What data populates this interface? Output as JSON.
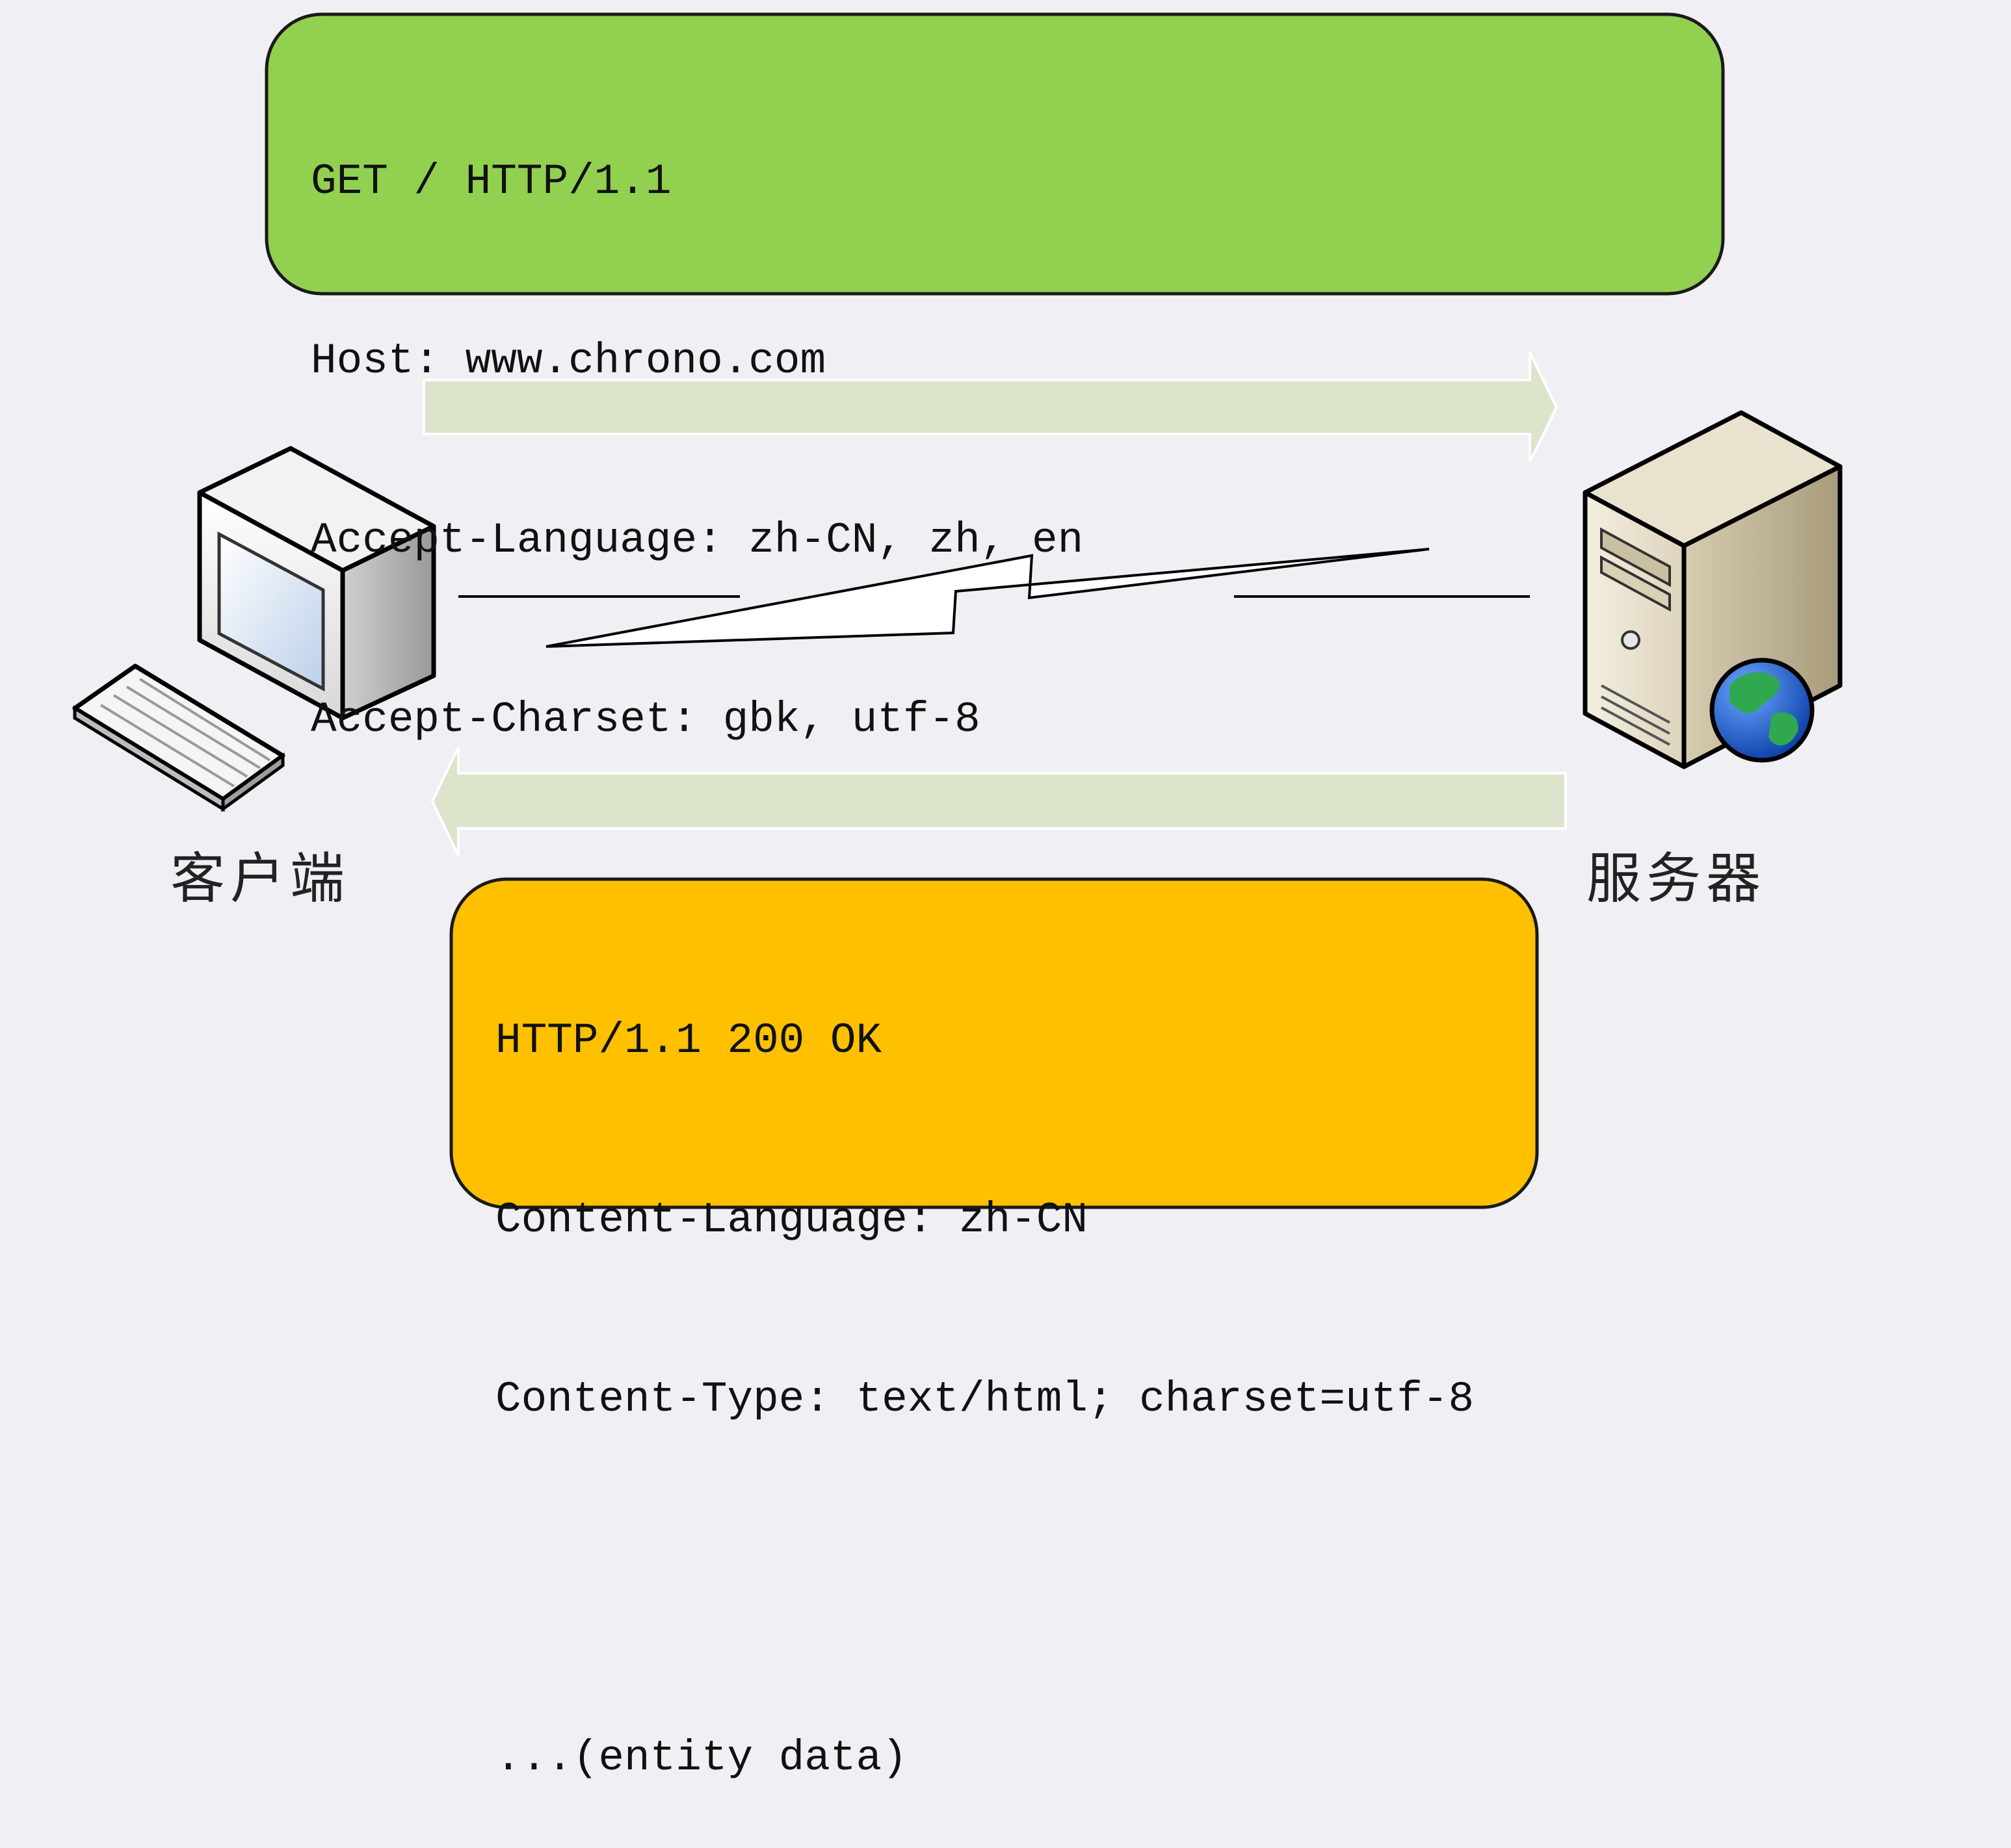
{
  "request": {
    "lines": [
      "GET / HTTP/1.1",
      "Host: www.chrono.com",
      "Accept-Language: zh-CN, zh, en",
      "Accept-Charset: gbk, utf-8"
    ],
    "fill_color": "#92d050"
  },
  "response": {
    "lines": [
      "HTTP/1.1 200 OK",
      "Content-Language: zh-CN",
      "Content-Type: text/html; charset=utf-8",
      "",
      "...(entity data)"
    ],
    "fill_color": "#ffc000"
  },
  "client": {
    "label": "客户端",
    "icon": "computer-icon"
  },
  "server": {
    "label": "服务器",
    "icon": "server-globe-icon"
  },
  "arrows": {
    "fill_color": "#dde4cc"
  }
}
